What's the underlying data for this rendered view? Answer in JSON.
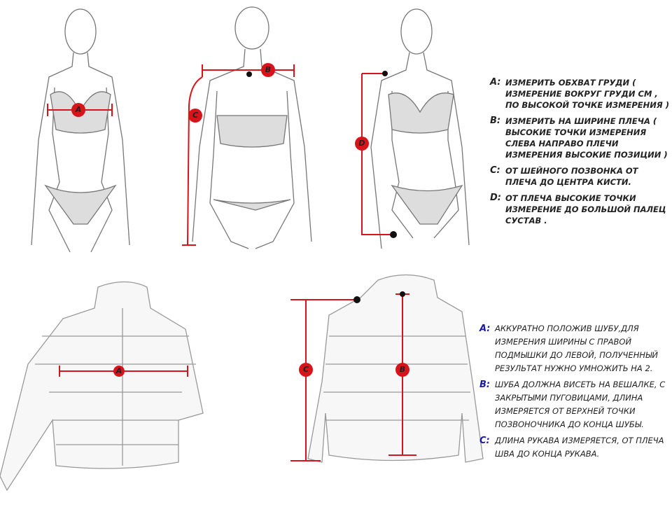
{
  "colors": {
    "measure": "#d8141b",
    "key_blue": "#1a1aa8"
  },
  "body_labels": {
    "a": "A",
    "b": "B",
    "c": "C",
    "d": "D"
  },
  "coat_labels": {
    "a": "A",
    "b": "B",
    "c": "C"
  },
  "body_instructions": [
    {
      "key": "A:",
      "text": "измерить обхват груди ( измерение вокруг груди см , по высокой точке измерения )"
    },
    {
      "key": "B:",
      "text": "измерить на ширине плеча ( высокие точки измерения слева направо плечи измерения высокие позиции )"
    },
    {
      "key": "C:",
      "text": "от шейного позвонка от плеча до центра кисти."
    },
    {
      "key": "D:",
      "text": "от плеча высокие точки измерение до большой палец сустав ."
    }
  ],
  "coat_instructions": [
    {
      "key": "A:",
      "text": "Аккуратно положив шубу,для измерения ширины с правой подмышки до левой, полученный результат нужно умножить на 2."
    },
    {
      "key": "B:",
      "text": "Шуба должна висеть на вешалке, с закрытыми пуговицами, Длина измеряется от верхней точки позвоночника до конца шубы."
    },
    {
      "key": "C:",
      "text": "Длина рукава измеряется, от плеча шва до конца рукава."
    }
  ]
}
